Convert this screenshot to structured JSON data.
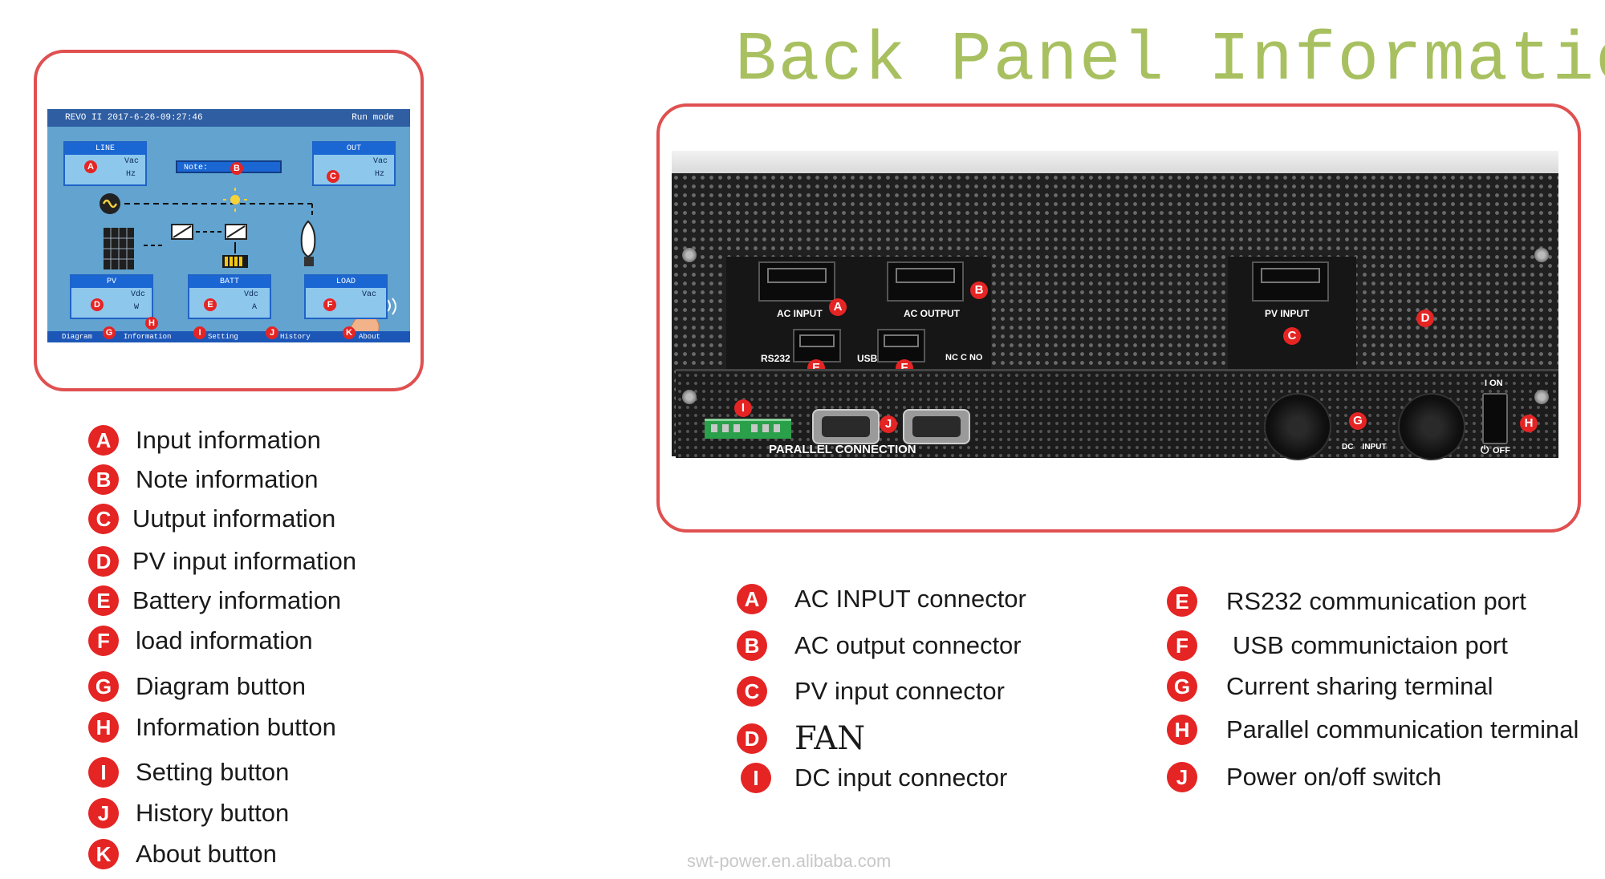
{
  "title": "Back Panel Information",
  "lcd": {
    "header_left": "REVO II  2017-6-26-09:27:46",
    "header_right": "Run mode",
    "line": {
      "title": "LINE",
      "unit1": "Vac",
      "unit2": "Hz",
      "badge": "A"
    },
    "note": {
      "label": "Note:",
      "badge": "B"
    },
    "out": {
      "title": "OUT",
      "unit1": "Vac",
      "unit2": "Hz",
      "badge": "C"
    },
    "pv": {
      "title": "PV",
      "unit1": "Vdc",
      "unit2": "W",
      "badge": "D"
    },
    "batt": {
      "title": "BATT",
      "unit1": "Vdc",
      "unit2": "A",
      "badge": "E"
    },
    "load": {
      "title": "LOAD",
      "unit1": "Vac",
      "badge": "F"
    },
    "bottom": {
      "diagram": "Diagram",
      "information": "Information",
      "setting": "Setting",
      "history": "History",
      "about": "About",
      "badge_g": "G",
      "badge_h": "H",
      "badge_i": "I",
      "badge_j": "J",
      "badge_k": "K"
    }
  },
  "left_legend": [
    {
      "letter": "A",
      "text": "Input information"
    },
    {
      "letter": "B",
      "text": "Note information"
    },
    {
      "letter": "C",
      "text": "Uutput information"
    },
    {
      "letter": "D",
      "text": "PV input information"
    },
    {
      "letter": "E",
      "text": "Battery information"
    },
    {
      "letter": "F",
      "text": "load information"
    },
    {
      "letter": "G",
      "text": "Diagram button"
    },
    {
      "letter": "H",
      "text": "Information button"
    },
    {
      "letter": "I",
      "text": "Setting button"
    },
    {
      "letter": "J",
      "text": "History button"
    },
    {
      "letter": "K",
      "text": "About button"
    }
  ],
  "device": {
    "ac_input": "AC INPUT",
    "ac_output": "AC OUTPUT",
    "pv_input": "PV INPUT",
    "rs232": "RS232",
    "usb": "USB",
    "nc_c_no": "NC C NO",
    "parallel": "PARALLEL CONNECTION",
    "dc_input": "DC    INPUT",
    "on": "I ON",
    "off": "OFF",
    "badges": {
      "a": "A",
      "b": "B",
      "c": "C",
      "d": "D",
      "e": "E",
      "f": "F",
      "g": "G",
      "h": "H",
      "i": "I",
      "j": "J"
    }
  },
  "mid_legend": [
    {
      "letter": "A",
      "text": "AC INPUT connector"
    },
    {
      "letter": "B",
      "text": "AC output connector"
    },
    {
      "letter": "C",
      "text": "PV input connector"
    },
    {
      "letter": "D",
      "text": "FAN"
    },
    {
      "letter": "I",
      "text": "DC input connector"
    }
  ],
  "right_legend": [
    {
      "letter": "E",
      "text": "RS232 communication port"
    },
    {
      "letter": "F",
      "text": "USB communictaion port"
    },
    {
      "letter": "G",
      "text": "Current sharing terminal"
    },
    {
      "letter": "H",
      "text": "Parallel communication terminal"
    },
    {
      "letter": "J",
      "text": "Power on/off switch"
    }
  ],
  "watermark": "swt-power.en.alibaba.com",
  "colors": {
    "badge": "#e52424",
    "frame": "#e05050",
    "title": "#a8c060",
    "lcd_bg": "#62a3cf"
  }
}
